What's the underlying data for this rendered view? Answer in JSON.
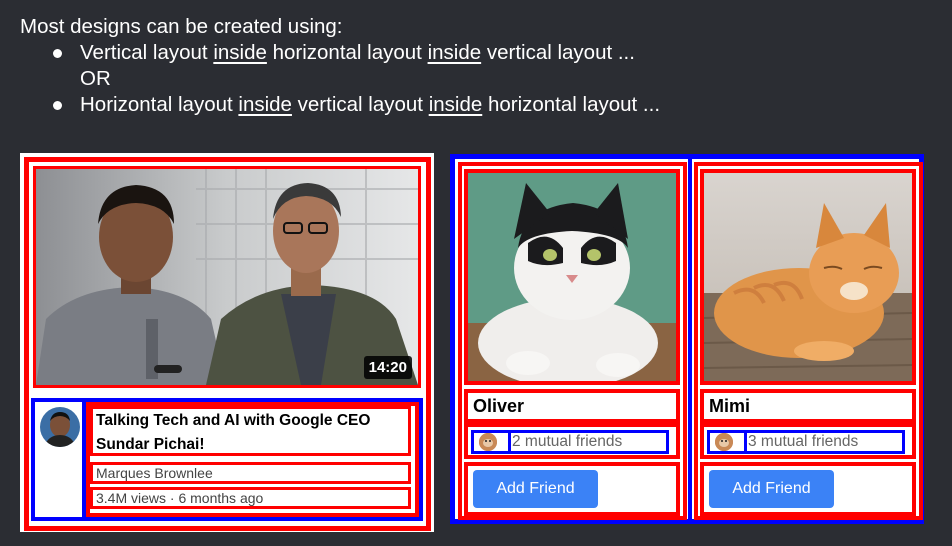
{
  "slide": {
    "intro": "Most designs can be created using:",
    "bullet1": {
      "a": "Vertical layout ",
      "b": "inside",
      "c": " horizontal layout ",
      "d": "inside",
      "e": " vertical layout ..."
    },
    "or": "OR",
    "bullet2": {
      "a": "Horizontal layout ",
      "b": "inside",
      "c": " vertical layout ",
      "d": "inside",
      "e": " horizontal layout ..."
    }
  },
  "video": {
    "duration": "14:20",
    "title": "Talking Tech and AI with Google CEO Sundar Pichai!",
    "channel": "Marques Brownlee",
    "meta": "3.4M views · 6 months ago"
  },
  "friends": [
    {
      "name": "Oliver",
      "mutual": "2 mutual friends",
      "button": "Add Friend"
    },
    {
      "name": "Mimi",
      "mutual": "3 mutual friends",
      "button": "Add Friend"
    }
  ],
  "colors": {
    "background": "#2b2d33",
    "outline_red": "#ff0000",
    "outline_blue": "#0000ff",
    "button": "#3b82f6"
  }
}
